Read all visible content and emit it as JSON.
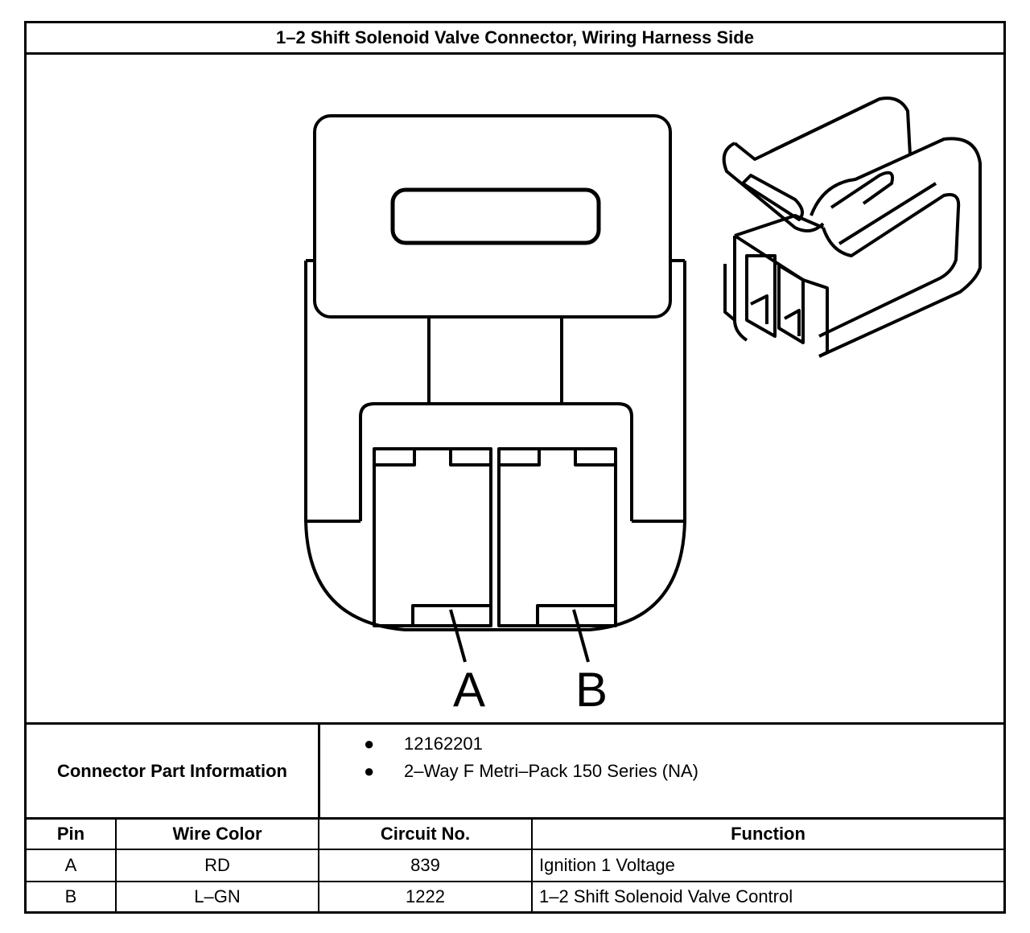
{
  "title": "1–2 Shift Solenoid Valve Connector, Wiring Harness Side",
  "diagram": {
    "pin_labels": [
      "A",
      "B"
    ]
  },
  "connector_info": {
    "label": "Connector Part Information",
    "items": [
      "12162201",
      "2–Way F Metri–Pack 150 Series (NA)"
    ]
  },
  "table": {
    "headers": [
      "Pin",
      "Wire Color",
      "Circuit No.",
      "Function"
    ],
    "rows": [
      [
        "A",
        "RD",
        "839",
        "Ignition 1 Voltage"
      ],
      [
        "B",
        "L–GN",
        "1222",
        "1–2 Shift Solenoid Valve Control"
      ]
    ]
  }
}
